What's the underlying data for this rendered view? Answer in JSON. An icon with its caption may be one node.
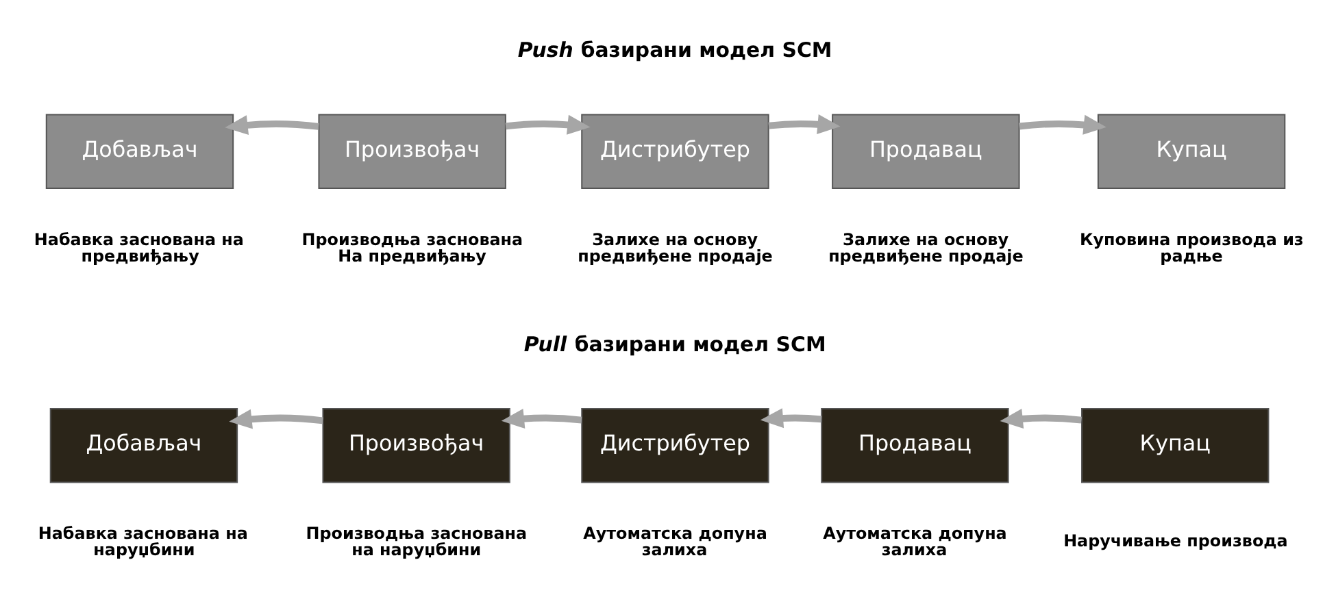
{
  "diagram": {
    "nodes": [
      {
        "text": [
          "Добављач"
        ],
        "beside": [
          "Набавка заснована на предвиђању"
        ]
      },
      {
        "text": [
          "Произвођач"
        ],
        "beside": [
          "Производња заснована На предвиђању"
        ]
      },
      {
        "text": [
          "Дистрибутер"
        ],
        "beside": [
          "Залихе на основу предвиђене продаје"
        ]
      },
      {
        "text": [
          "Продавац"
        ],
        "beside": [
          "Залихе на основу предвиђене продаје"
        ]
      },
      {
        "text": [
          "Купац"
        ],
        "beside": [
          "Куповина производа из радње"
        ]
      },
      {
        "text": [
          "Добављач"
        ],
        "beside": [
          "Набавка заснована на наруџбини"
        ]
      },
      {
        "text": [
          "Произвођач"
        ],
        "beside": [
          "Производња заснована на наруџбини"
        ]
      },
      {
        "text": [
          "Дистрибутер"
        ],
        "beside": [
          "Аутоматска допуна залиха"
        ]
      },
      {
        "text": [
          "Продавац"
        ],
        "beside": [
          "Аутоматска допуна залиха"
        ]
      },
      {
        "text": [
          "Купац"
        ],
        "beside": [
          "Наручивање производа"
        ]
      }
    ],
    "edges": [
      {
        "from": 1,
        "to": 0,
        "arrow": "to"
      },
      {
        "from": 1,
        "to": 2,
        "arrow": "to"
      },
      {
        "from": 2,
        "to": 3,
        "arrow": "to"
      },
      {
        "from": 3,
        "to": 4,
        "arrow": "to"
      },
      {
        "from": 6,
        "to": 5,
        "arrow": "to"
      },
      {
        "from": 7,
        "to": 6,
        "arrow": "to"
      },
      {
        "from": 8,
        "to": 7,
        "arrow": "to"
      },
      {
        "from": 9,
        "to": 8,
        "arrow": "to"
      }
    ],
    "labels": [
      "*Push* базирани модел SCM",
      "*Pull* базирани модел SCM"
    ]
  }
}
